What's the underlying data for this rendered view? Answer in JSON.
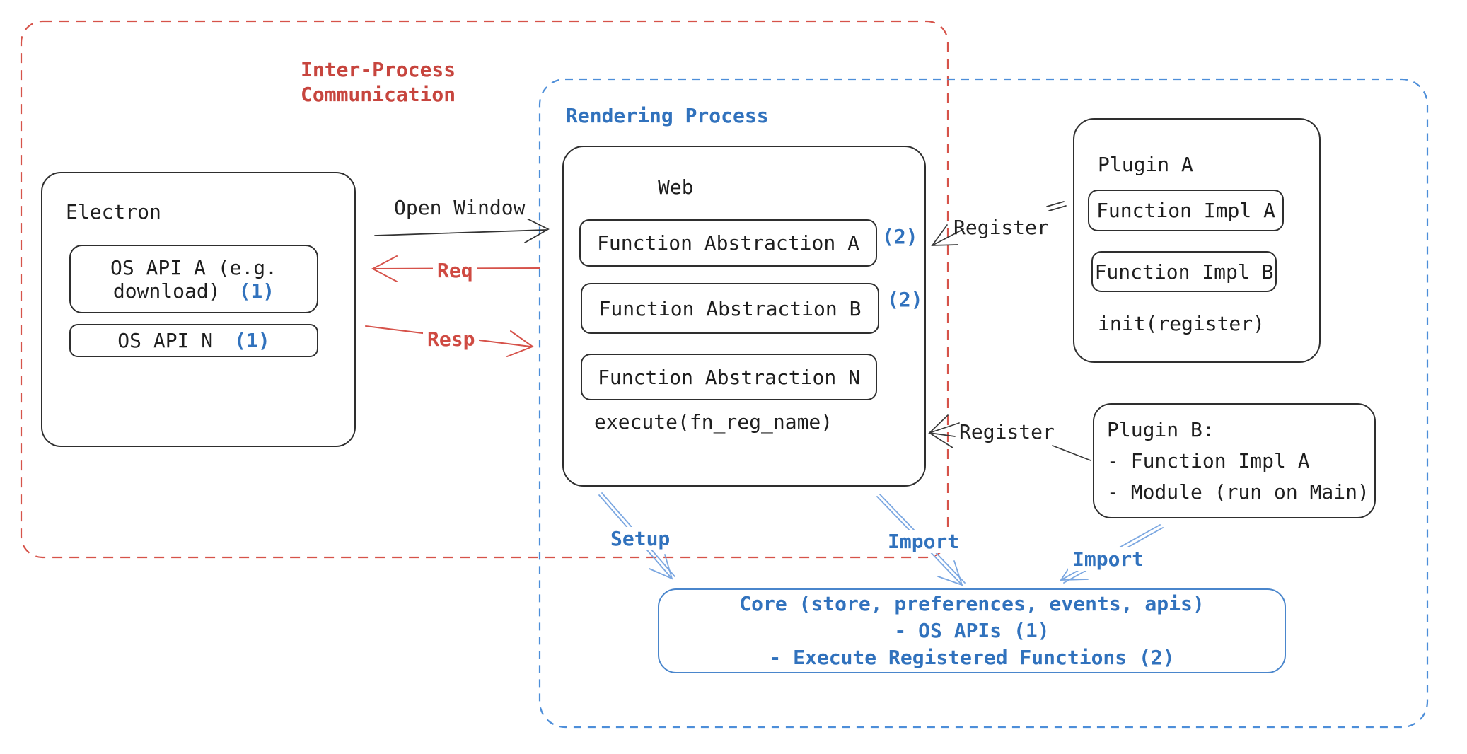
{
  "colors": {
    "red_accent": "#d6534a",
    "red_text": "#c7453e",
    "blue_text": "#3172bd",
    "blue_dash": "#4d8ed9",
    "blue_arrow": "#7ba7e1",
    "ink": "#1e1e1e"
  },
  "regions": {
    "ipc": {
      "title_line1": "Inter-Process",
      "title_line2": "Communication"
    },
    "rendering": {
      "title": "Rendering Process"
    }
  },
  "electron": {
    "title": "Electron",
    "os_api_a_line1": "OS API A (e.g.",
    "os_api_a_line2": "download)",
    "os_api_a_badge": "(1)",
    "os_api_n": "OS API N",
    "os_api_n_badge": "(1)"
  },
  "web": {
    "title": "Web",
    "fa_a": "Function Abstraction A",
    "fa_a_badge": "(2)",
    "fa_b": "Function Abstraction B",
    "fa_b_badge": "(2)",
    "fa_n": "Function Abstraction N",
    "execute": "execute(fn_reg_name)"
  },
  "plugin_a": {
    "title": "Plugin A",
    "impl_a": "Function Impl A",
    "impl_b": "Function Impl B",
    "init": "init(register)"
  },
  "plugin_b": {
    "line1": "Plugin B:",
    "line2": "- Function Impl A",
    "line3": "- Module (run on Main)"
  },
  "core": {
    "line1": "Core (store, preferences, events, apis)",
    "line2": "- OS APIs (1)",
    "line3": "- Execute Registered Functions (2)"
  },
  "arrows": {
    "open_window": "Open Window",
    "req": "Req",
    "resp": "Resp",
    "register_a": "Register",
    "register_b": "Register",
    "setup": "Setup",
    "import_left": "Import",
    "import_right": "Import"
  }
}
